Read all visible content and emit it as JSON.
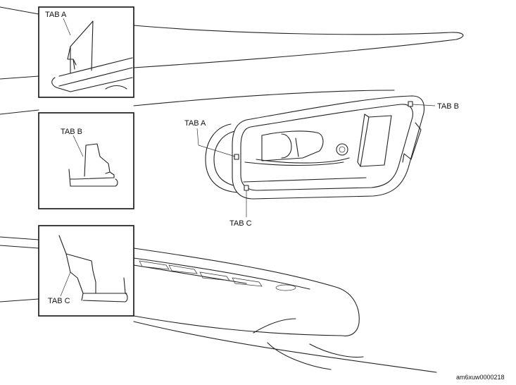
{
  "labels": {
    "tab_a_inset": "TAB A",
    "tab_b_inset": "TAB B",
    "tab_c_inset": "TAB C",
    "tab_a_main": "TAB A",
    "tab_b_main": "TAB B",
    "tab_c_main": "TAB C"
  },
  "figure_code": "am6xuw0000218",
  "colors": {
    "line": "#222222",
    "background": "#ffffff"
  }
}
